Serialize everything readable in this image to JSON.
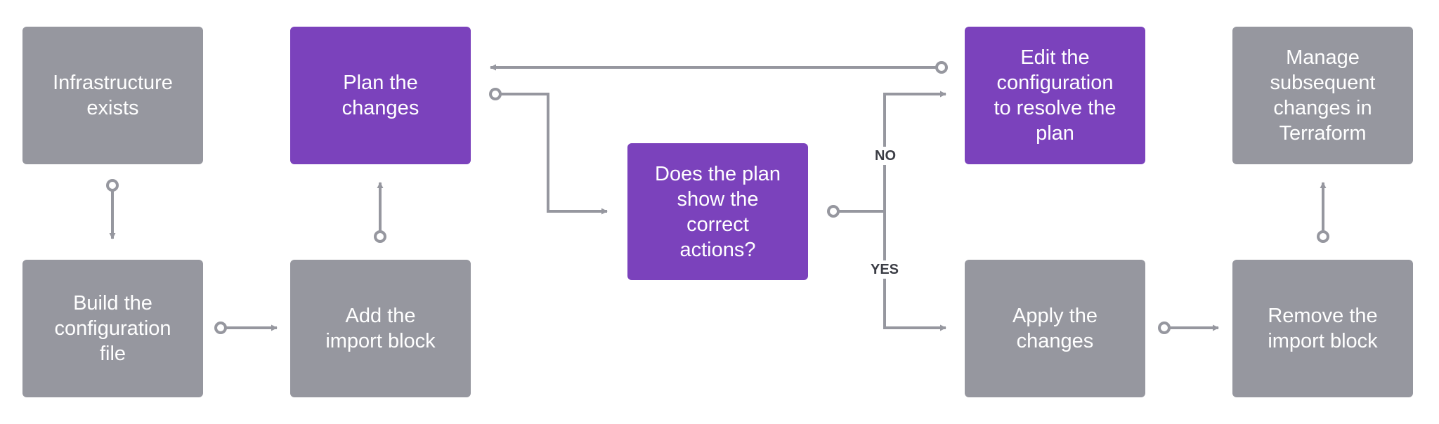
{
  "colors": {
    "neutral_box": "#96979f",
    "accent_box": "#7b42bc",
    "connector": "#96979f",
    "label_text": "#3b3d45",
    "box_text": "#ffffff"
  },
  "nodes": {
    "infrastructure_exists": "Infrastructure\nexists",
    "build_config": "Build the\nconfiguration\nfile",
    "plan_changes": "Plan the\nchanges",
    "add_import_block": "Add the\nimport block",
    "decision": "Does the plan\nshow the\ncorrect\nactions?",
    "edit_config": "Edit the\nconfiguration\nto resolve the\nplan",
    "apply_changes": "Apply the\nchanges",
    "manage_changes": "Manage\nsubsequent\nchanges in\nTerraform",
    "remove_import_block": "Remove the\nimport block"
  },
  "branches": {
    "no": "NO",
    "yes": "YES"
  }
}
